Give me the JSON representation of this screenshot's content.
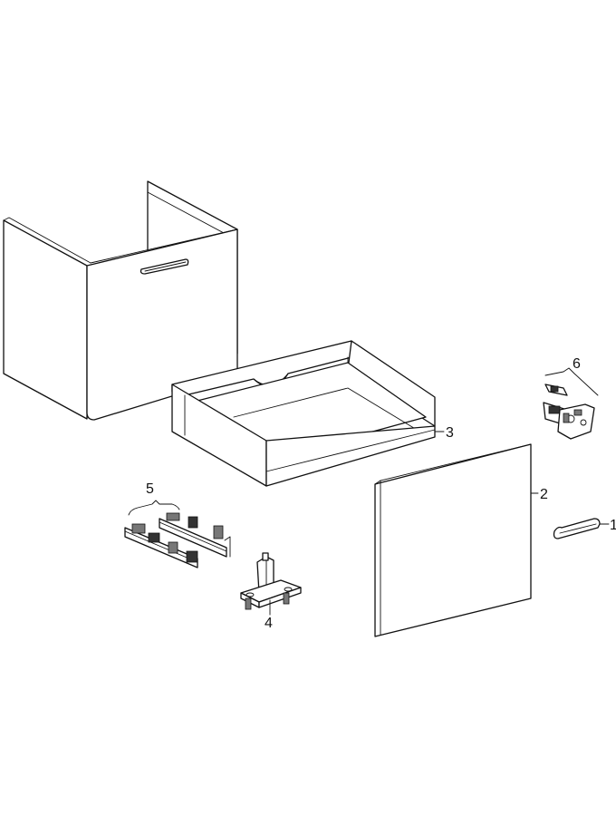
{
  "parts": [
    {
      "id": "handle",
      "label": "1"
    },
    {
      "id": "front-panel",
      "label": "2"
    },
    {
      "id": "drawer-box",
      "label": "3"
    },
    {
      "id": "mounting-bracket",
      "label": "4"
    },
    {
      "id": "drawer-runners",
      "label": "5"
    },
    {
      "id": "hinge-set",
      "label": "6"
    }
  ],
  "colors": {
    "stroke": "#111111",
    "background": "#ffffff",
    "part_fill_gray": "#777777"
  }
}
